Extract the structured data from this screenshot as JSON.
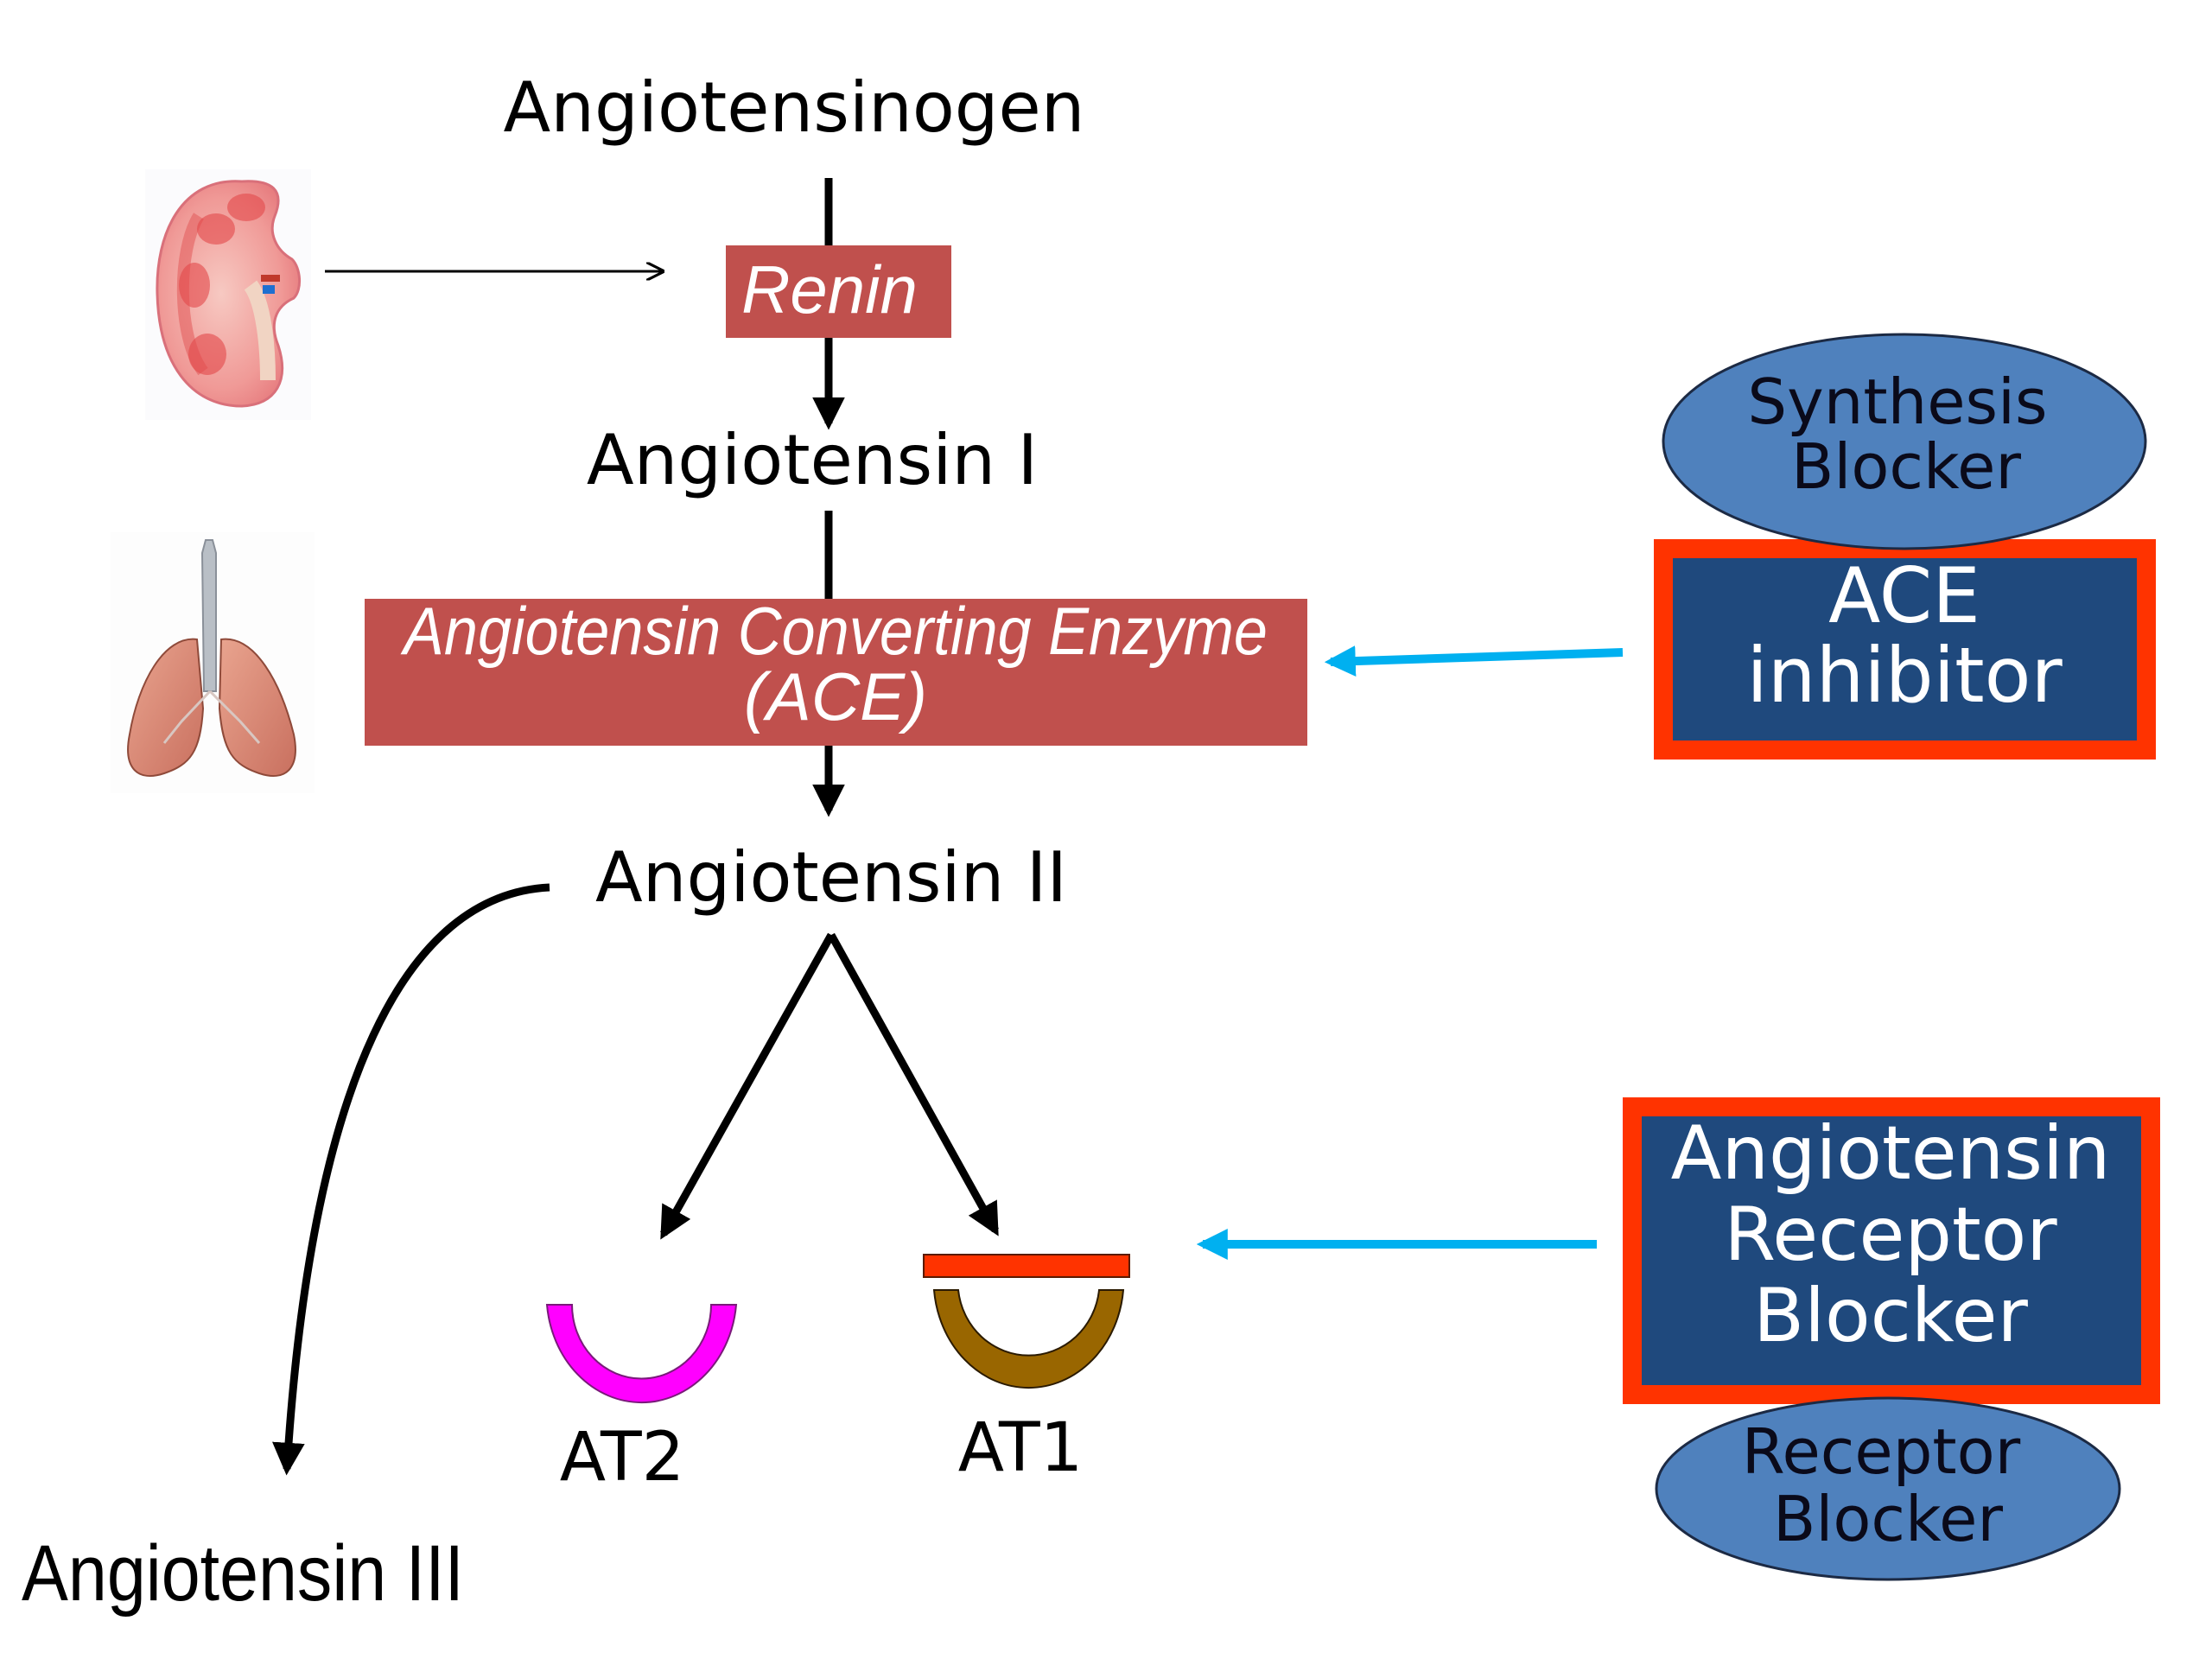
{
  "pathway": {
    "angiotensinogen": "Angiotensinogen",
    "angiotensin_i": "Angiotensin I",
    "angiotensin_ii": "Angiotensin II",
    "angiotensin_iii": "Angiotensin III"
  },
  "enzymes": {
    "renin": "Renin",
    "ace_line1": "Angiotensin Converting Enzyme",
    "ace_line2": "(ACE)"
  },
  "receptors": {
    "at2": "AT2",
    "at1": "AT1"
  },
  "drugs": {
    "ace_inhibitor": {
      "line1": "ACE",
      "line2": "inhibitor"
    },
    "arb": {
      "line1": "Angiotensin",
      "line2": "Receptor",
      "line3": "Blocker"
    }
  },
  "mechanisms": {
    "synthesis_blocker": {
      "line1": "Synthesis",
      "line2": "Blocker"
    },
    "receptor_blocker": {
      "line1": "Receptor",
      "line2": "Blocker"
    }
  },
  "organs": {
    "kidney": "kidney-icon",
    "lungs": "lungs-icon"
  },
  "colors": {
    "enzyme_box": "#c0504d",
    "drug_box_fill": "#1f497d",
    "drug_box_border": "#ff3300",
    "ellipse_fill": "#4f81bd",
    "inhibition_arrow": "#00b0f0",
    "at2_receptor": "#ff00ff",
    "at1_receptor": "#996600",
    "at1_blocker_bar": "#ff3300"
  }
}
